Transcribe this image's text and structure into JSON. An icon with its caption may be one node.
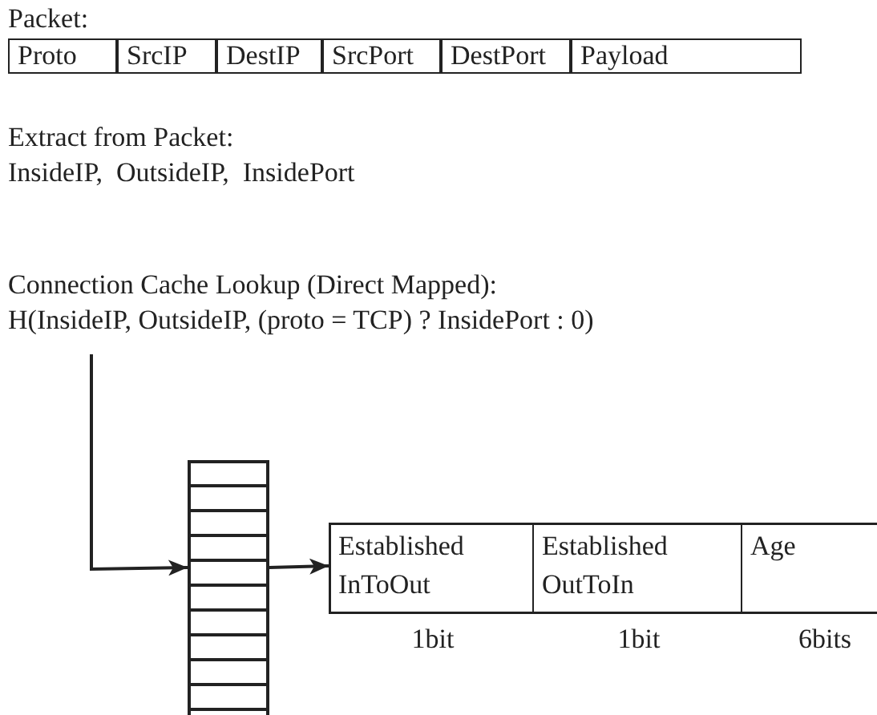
{
  "diagram": {
    "nodes": [
      {
        "text": [
          "Packet:"
        ]
      },
      {
        "text": [
          "Proto"
        ],
        "in": 0
      },
      {
        "text": [
          "SrcIP"
        ],
        "in": 0
      },
      {
        "text": [
          "DestIP"
        ],
        "in": 0
      },
      {
        "text": [
          "SrcPort"
        ],
        "in": 0
      },
      {
        "text": [
          "DestPort"
        ],
        "in": 0
      },
      {
        "text": [
          "Payload"
        ],
        "in": 0
      },
      {
        "text": [
          "Connection Cache Lookup (Direct Mapped):",
          "H(InsideIP, OutsideIP, (proto = TCP) ? InsidePort : 0)"
        ]
      },
      {
        "text": [],
        "shape": "box"
      },
      {
        "text": [],
        "shape": "box"
      },
      {
        "text": [
          "Established InToOut"
        ],
        "in": 9,
        "beside": [
          "1bit"
        ]
      },
      {
        "text": [
          "Established OutToIn"
        ],
        "in": 9,
        "beside": [
          "1bit"
        ]
      },
      {
        "text": [
          "Age"
        ],
        "in": 9,
        "beside": [
          "6bits"
        ]
      }
    ],
    "edges": [
      {
        "from": 7,
        "to": 8,
        "arrow": "to"
      },
      {
        "from": 8,
        "to": 9,
        "arrow": "to"
      }
    ],
    "labels": [
      "Extract from Packet:",
      "InsideIP,  OutsideIP,  InsidePort"
    ]
  }
}
